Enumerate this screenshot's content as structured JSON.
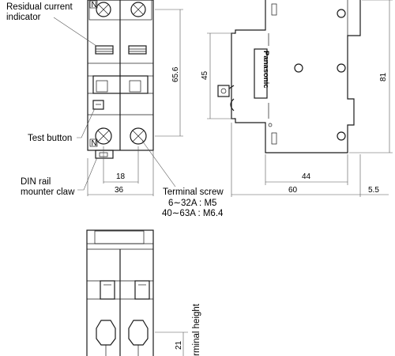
{
  "labels": {
    "residual_current": "Residual current",
    "indicator": "indicator",
    "test_button": "Test button",
    "din_rail_1": "DIN rail",
    "din_rail_2": "mounter claw",
    "terminal_screw": "Terminal screw",
    "screw_small": "6∼32A : M5",
    "screw_large": "40∼63A : M6.4",
    "terminal_height": "Terminal height",
    "brand": "Panasonic",
    "marker_n": "N"
  },
  "dimensions": {
    "d18": "18",
    "d36": "36",
    "d65_6": "65.6",
    "d45": "45",
    "d44": "44",
    "d60": "60",
    "d81": "81",
    "d5_5": "5.5",
    "d21": "21"
  }
}
